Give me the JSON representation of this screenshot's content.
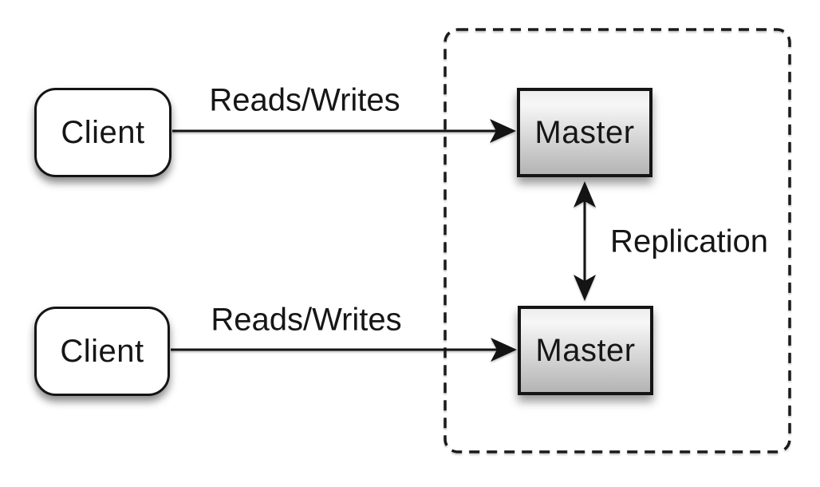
{
  "diagram": {
    "type": "architecture-diagram",
    "topic": "master-master-replication",
    "nodes": [
      {
        "id": "client-top",
        "label": "Client",
        "shape": "rounded-rect",
        "fill": "#ffffff"
      },
      {
        "id": "client-bottom",
        "label": "Client",
        "shape": "rounded-rect",
        "fill": "#ffffff"
      },
      {
        "id": "master-top",
        "label": "Master",
        "shape": "rect",
        "fill_top": "#f2f2f2",
        "fill_bottom": "#b4b4b4"
      },
      {
        "id": "master-bottom",
        "label": "Master",
        "shape": "rect",
        "fill_top": "#f2f2f2",
        "fill_bottom": "#b4b4b4"
      }
    ],
    "edges": [
      {
        "id": "reads-writes-top",
        "label": "Reads/Writes",
        "from": "client-top",
        "to": "master-top",
        "direction": "one-way"
      },
      {
        "id": "reads-writes-bottom",
        "label": "Reads/Writes",
        "from": "client-bottom",
        "to": "master-bottom",
        "direction": "one-way"
      },
      {
        "id": "replication",
        "label": "Replication",
        "from": "master-top",
        "to": "master-bottom",
        "direction": "two-way"
      }
    ],
    "group": {
      "id": "master-cluster",
      "style": "dashed-rounded-rect",
      "contains": [
        "master-top",
        "master-bottom"
      ]
    },
    "colors": {
      "background": "#ffffff",
      "stroke": "#141414",
      "text": "#161616"
    }
  }
}
